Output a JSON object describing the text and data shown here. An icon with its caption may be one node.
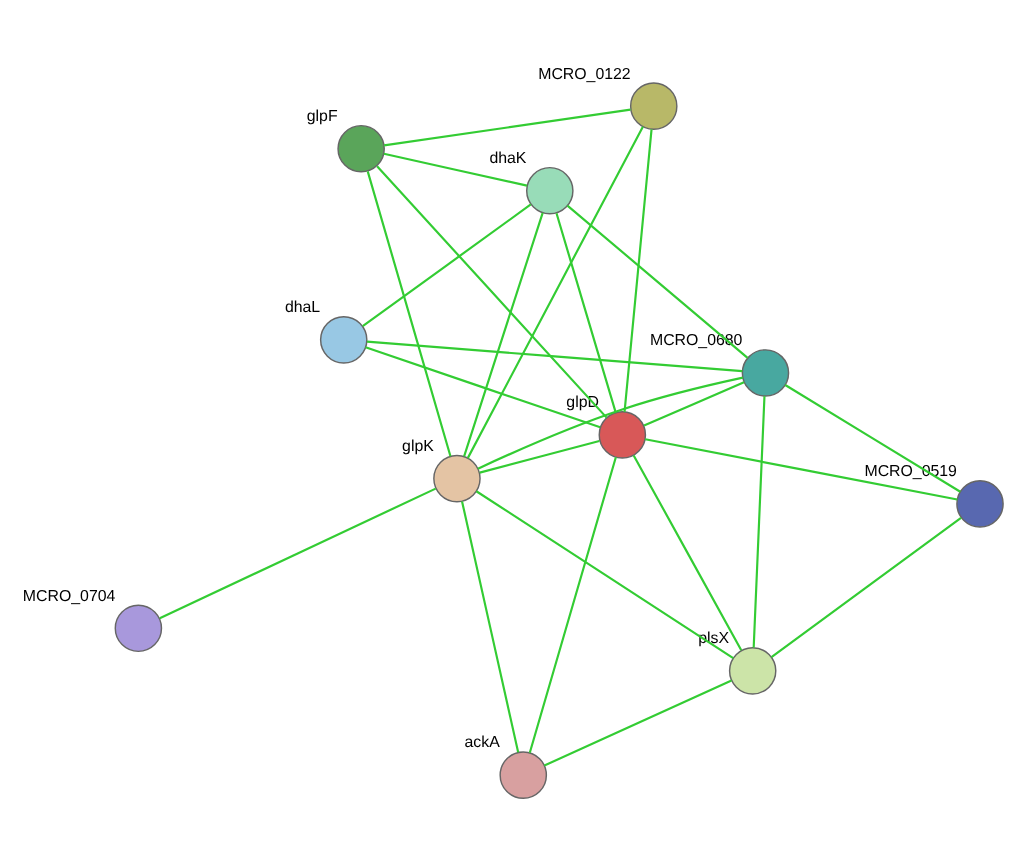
{
  "diagram": {
    "nodes": [
      {
        "text": [
          "glpF"
        ]
      },
      {
        "text": [
          "MCRO_0122"
        ]
      },
      {
        "text": [
          "MCRO_0704"
        ]
      },
      {
        "text": [
          "dhaK"
        ]
      },
      {
        "text": [
          "glpK"
        ]
      },
      {
        "text": [
          "glpD"
        ]
      },
      {
        "text": [
          "dhaL"
        ]
      },
      {
        "text": [
          "MCRO_0680"
        ]
      },
      {
        "text": [
          "ackA"
        ]
      },
      {
        "text": [
          "plsX"
        ]
      },
      {
        "text": [
          "MCRO_0519"
        ]
      }
    ],
    "edges": [
      {
        "from": 0,
        "to": 1,
        "arrow": "none"
      },
      {
        "from": 0,
        "to": 3,
        "arrow": "none"
      },
      {
        "from": 0,
        "to": 5,
        "arrow": "none"
      },
      {
        "from": 0,
        "to": 4,
        "arrow": "none"
      },
      {
        "from": 1,
        "to": 5,
        "arrow": "none"
      },
      {
        "from": 1,
        "to": 4,
        "arrow": "none"
      },
      {
        "from": 2,
        "to": 4,
        "arrow": "none"
      },
      {
        "from": 3,
        "to": 6,
        "arrow": "none"
      },
      {
        "from": 3,
        "to": 5,
        "arrow": "none"
      },
      {
        "from": 3,
        "to": 4,
        "arrow": "none"
      },
      {
        "from": 3,
        "to": 7,
        "arrow": "none"
      },
      {
        "from": 6,
        "to": 5,
        "arrow": "none"
      },
      {
        "from": 6,
        "to": 7,
        "arrow": "none"
      },
      {
        "from": 5,
        "to": 4,
        "arrow": "none"
      },
      {
        "from": 5,
        "to": 7,
        "arrow": "none"
      },
      {
        "from": 5,
        "to": 10,
        "arrow": "none"
      },
      {
        "from": 5,
        "to": 9,
        "arrow": "none"
      },
      {
        "from": 5,
        "to": 8,
        "arrow": "none"
      },
      {
        "from": 4,
        "to": 7,
        "arrow": "none"
      },
      {
        "from": 4,
        "to": 9,
        "arrow": "none"
      },
      {
        "from": 4,
        "to": 8,
        "arrow": "none"
      },
      {
        "from": 7,
        "to": 10,
        "arrow": "none"
      },
      {
        "from": 7,
        "to": 9,
        "arrow": "none"
      },
      {
        "from": 10,
        "to": 9,
        "arrow": "none"
      },
      {
        "from": 9,
        "to": 8,
        "arrow": "none"
      }
    ]
  }
}
